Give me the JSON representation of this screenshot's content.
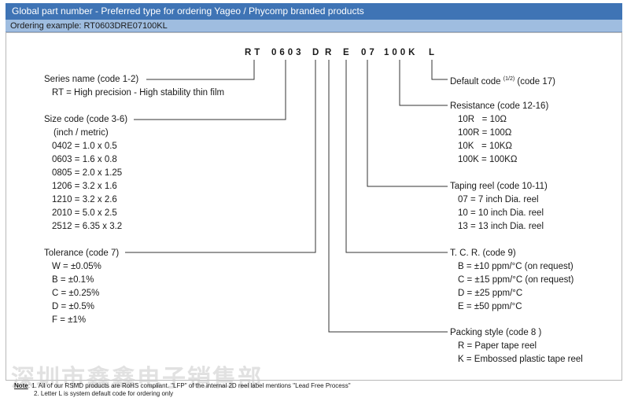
{
  "header": {
    "title": "Global part number - Preferred type for ordering Yageo / Phycomp branded products"
  },
  "subheader": {
    "example": "Ordering example: RT0603DRE07100KL"
  },
  "code": {
    "rt": "RT",
    "size": "0603",
    "tol": "D",
    "pack": "R",
    "tcr": "E",
    "taping": "07",
    "res": "100K",
    "def": "L"
  },
  "series": {
    "title": "Series name (code 1-2)",
    "desc": "RT = High precision - High stability thin film"
  },
  "size": {
    "title": "Size code (code 3-6)",
    "unit": "(inch / metric)",
    "items": [
      "0402 = 1.0 x 0.5",
      "0603 = 1.6 x 0.8",
      "0805 = 2.0 x 1.25",
      "1206 = 3.2 x 1.6",
      "1210 = 3.2 x 2.6",
      "2010 = 5.0 x 2.5",
      "2512 = 6.35 x 3.2"
    ]
  },
  "tolerance": {
    "title": "Tolerance (code 7)",
    "items": [
      "W = ±0.05%",
      "B = ±0.1%",
      "C = ±0.25%",
      "D = ±0.5%",
      "F = ±1%"
    ]
  },
  "default_code": {
    "title": "Default code",
    "sup": "(1/2)",
    "suffix": "(code 17)"
  },
  "resistance": {
    "title": "Resistance (code 12-16)",
    "items": [
      "10R   = 10Ω",
      "100R = 100Ω",
      "10K   = 10KΩ",
      "100K = 100KΩ"
    ]
  },
  "taping": {
    "title": "Taping reel (code 10-11)",
    "items": [
      "07 = 7 inch Dia. reel",
      "10 = 10 inch Dia. reel",
      "13 = 13 inch Dia. reel"
    ]
  },
  "tcr": {
    "title": "T. C. R. (code 9)",
    "items": [
      "B = ±10 ppm/°C (on request)",
      "C = ±15 ppm/°C (on request)",
      "D = ±25 ppm/°C",
      "E = ±50 ppm/°C"
    ]
  },
  "packing": {
    "title": "Packing style (code 8 )",
    "items": [
      "R = Paper tape reel",
      "K = Embossed plastic tape reel"
    ]
  },
  "notes": {
    "label": "Note",
    "line1": ": 1. All of our RSMD products are RoHS compliant. \"LFP\" of the internal 2D reel label mentions \"Lead Free Process\"",
    "line2": "2. Letter L is system default code for ordering only"
  },
  "watermark": {
    "text": "深圳市鑫鑫电子销售部"
  }
}
